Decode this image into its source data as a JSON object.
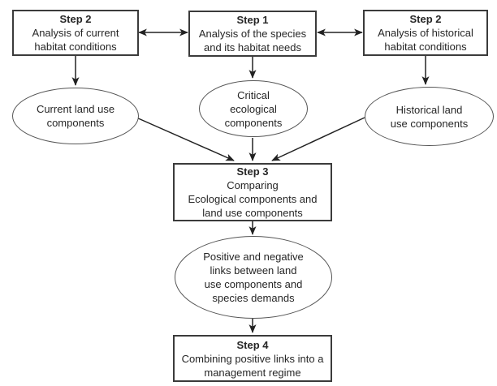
{
  "colors": {
    "background": "#ffffff",
    "node_border": "#3b3b3b",
    "text": "#262626",
    "arrow": "#222222"
  },
  "nodes": {
    "box_current": {
      "step": "Step 2",
      "line1": "Analysis of current",
      "line2": "habitat conditions"
    },
    "box_species": {
      "step": "Step 1",
      "line1": "Analysis of the species",
      "line2": "and its habitat needs"
    },
    "box_historical": {
      "step": "Step 2",
      "line1": "Analysis of historical",
      "line2": "habitat conditions"
    },
    "ellipse_current": {
      "line1": "Current land use",
      "line2": "components"
    },
    "ellipse_critical": {
      "line1": "Critical",
      "line2": "ecological",
      "line3": "components"
    },
    "ellipse_historical": {
      "line1": "Historical land",
      "line2": "use components"
    },
    "box_step3": {
      "step": "Step 3",
      "line1": "Comparing",
      "line2": "Ecological components and",
      "line3": "land use components"
    },
    "ellipse_links": {
      "line1": "Positive and negative",
      "line2": "links between land",
      "line3": "use components and",
      "line4": "species demands"
    },
    "box_step4": {
      "step": "Step 4",
      "line1": "Combining positive links into a",
      "line2": "management regime"
    }
  }
}
